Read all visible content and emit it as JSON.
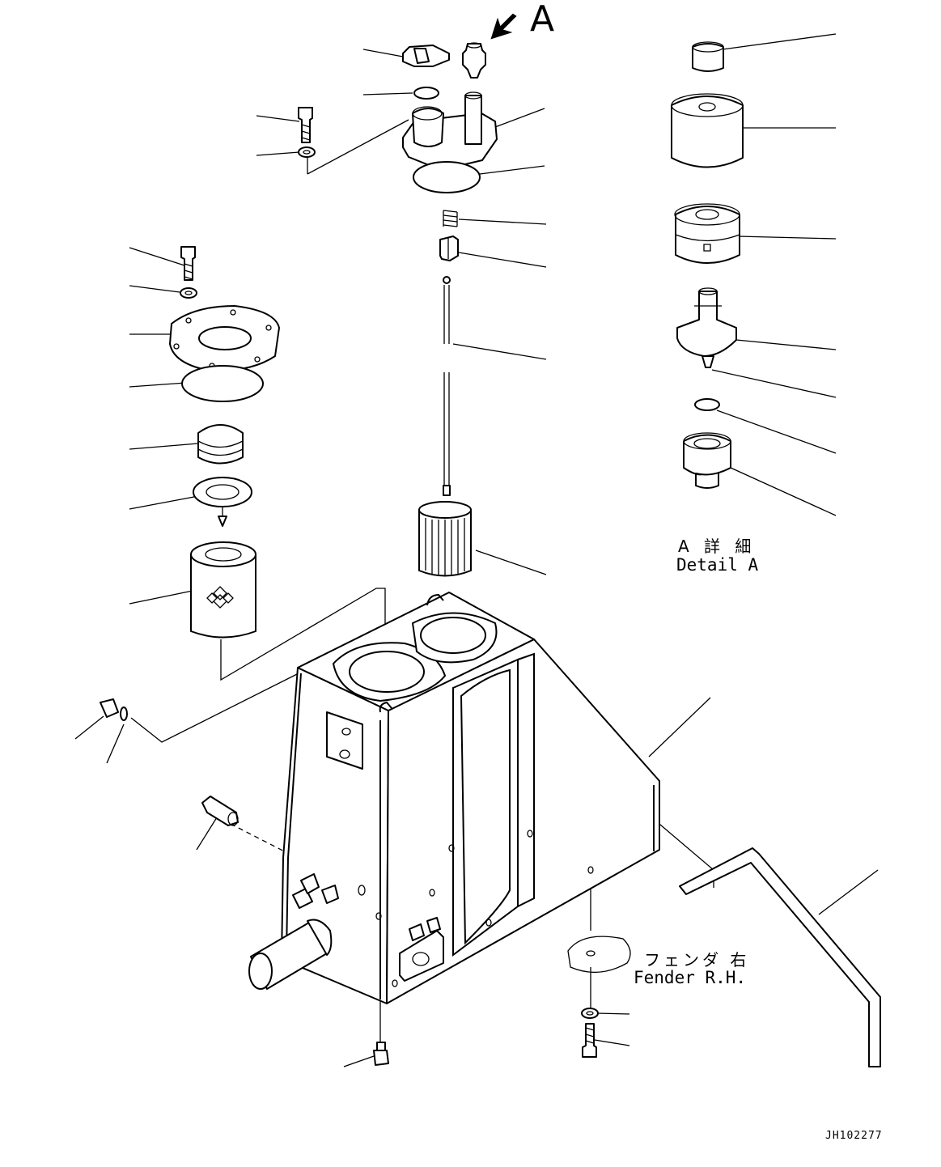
{
  "view_marker": "A",
  "detail": {
    "label_jp": "A 詳 細",
    "label_en": "Detail A"
  },
  "fender": {
    "label_jp": "フェンダ 右",
    "label_en": "Fender R.H."
  },
  "drawing_code": "JH102277",
  "icons": {
    "view_arrow": "arrow-down-left-icon"
  }
}
